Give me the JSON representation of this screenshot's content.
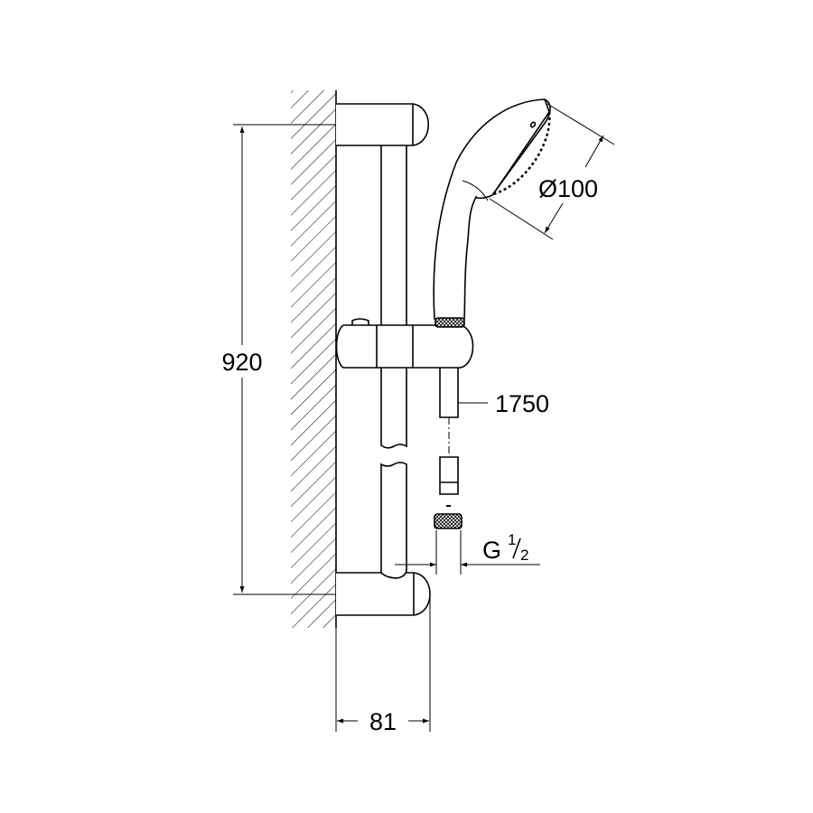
{
  "dimensions": {
    "height": "920",
    "projection": "81",
    "hose_length": "1750",
    "head_diameter": "Ø100",
    "thread_letter": "G",
    "thread_num": "1",
    "thread_den": "2"
  },
  "colors": {
    "line": "#000000",
    "background": "#ffffff"
  }
}
